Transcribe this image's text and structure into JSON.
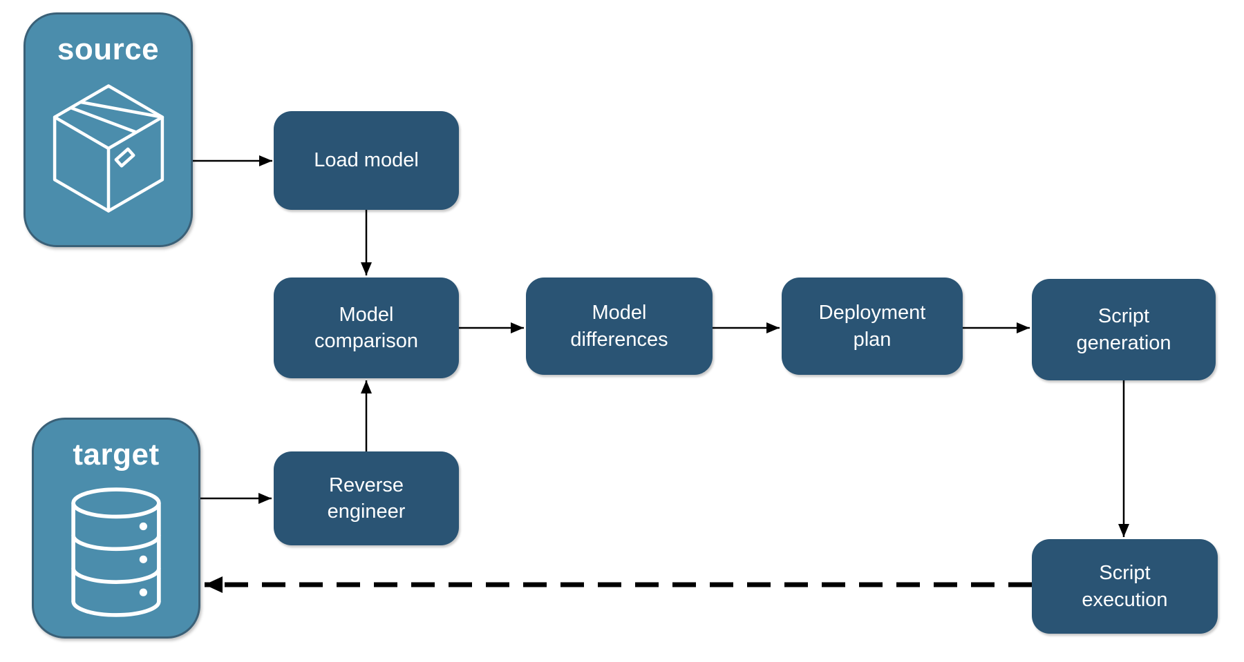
{
  "colors": {
    "background": "#FFFFFF",
    "endpoint_fill": "#4B8DAC",
    "endpoint_border": "#3A6077",
    "process_fill": "#2A5474",
    "label_text": "#FFFFFF",
    "arrow": "#000000"
  },
  "endpoints": {
    "source": {
      "label": "source",
      "icon": "package-icon"
    },
    "target": {
      "label": "target",
      "icon": "database-icon"
    }
  },
  "nodes": {
    "load_model": {
      "label": "Load model"
    },
    "model_comparison": {
      "label": "Model\ncomparison"
    },
    "model_differences": {
      "label": "Model\ndifferences"
    },
    "deployment_plan": {
      "label": "Deployment\nplan"
    },
    "script_generation": {
      "label": "Script\ngeneration"
    },
    "reverse_engineer": {
      "label": "Reverse\nengineer"
    },
    "script_execution": {
      "label": "Script\nexecution"
    }
  },
  "edges": [
    {
      "from": "source",
      "to": "load_model",
      "style": "solid"
    },
    {
      "from": "load_model",
      "to": "model_comparison",
      "style": "solid"
    },
    {
      "from": "model_comparison",
      "to": "model_differences",
      "style": "solid"
    },
    {
      "from": "model_differences",
      "to": "deployment_plan",
      "style": "solid"
    },
    {
      "from": "deployment_plan",
      "to": "script_generation",
      "style": "solid"
    },
    {
      "from": "script_generation",
      "to": "script_execution",
      "style": "solid"
    },
    {
      "from": "target",
      "to": "reverse_engineer",
      "style": "solid"
    },
    {
      "from": "reverse_engineer",
      "to": "model_comparison",
      "style": "solid"
    },
    {
      "from": "script_execution",
      "to": "target",
      "style": "dashed"
    }
  ]
}
